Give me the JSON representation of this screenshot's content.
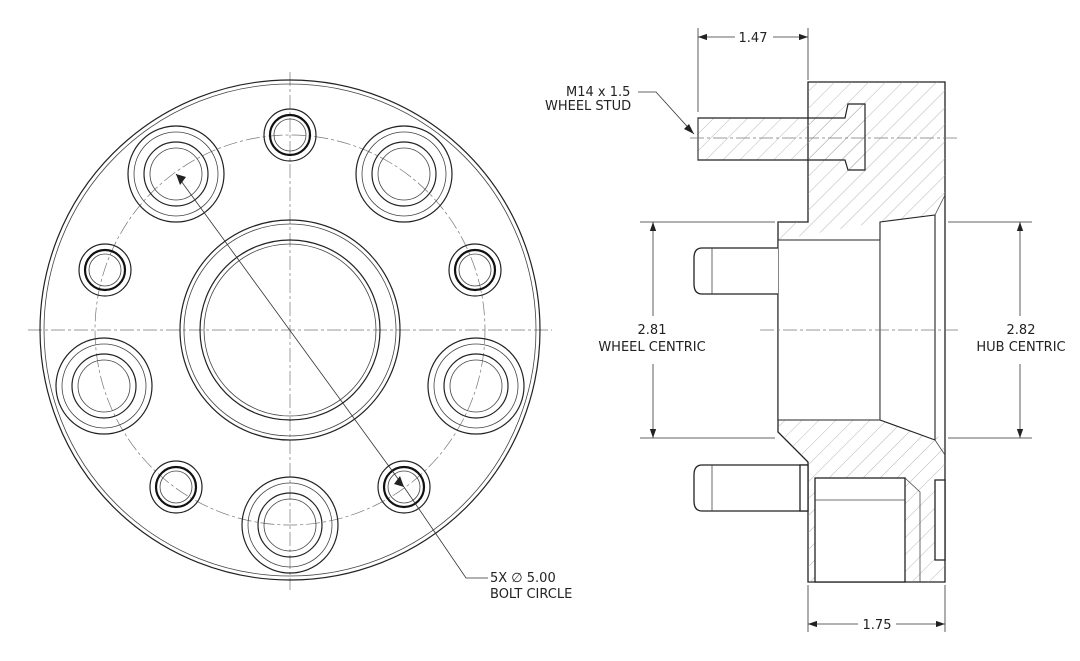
{
  "annotations": {
    "stud_spec": "M14 x 1.5",
    "stud_name": "WHEEL STUD",
    "dim_stud_length": "1.47",
    "dim_thickness": "1.75",
    "wheel_centric_value": "2.81",
    "wheel_centric_label": "WHEEL CENTRIC",
    "hub_centric_value": "2.82",
    "hub_centric_label": "HUB CENTRIC",
    "bolt_circle_value": "5X ∅ 5.00",
    "bolt_circle_label": "BOLT CIRCLE"
  }
}
